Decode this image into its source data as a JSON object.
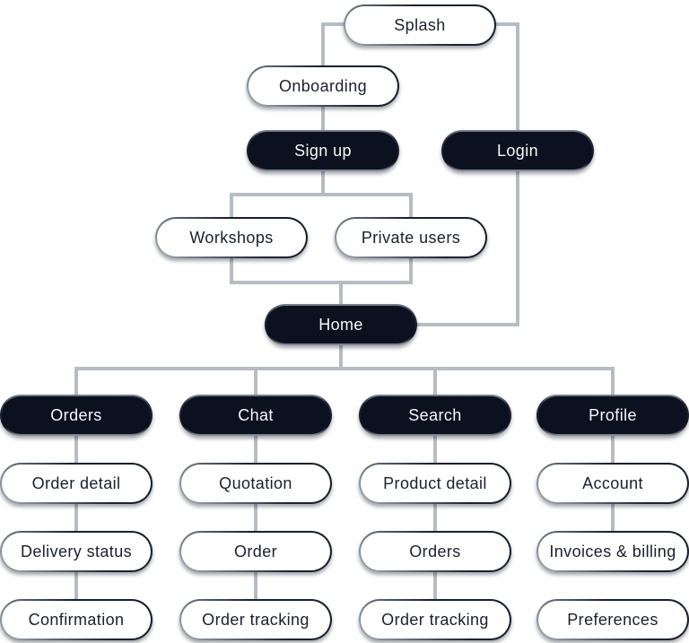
{
  "diagram": {
    "type": "app-sitemap-flowchart",
    "colors": {
      "connector": "#b7bcc4",
      "dark_fill": "#0c111f",
      "light_fill": "#ffffff",
      "text_on_dark": "#f7f8fa",
      "text_on_light": "#1b1f2e"
    },
    "nodes": [
      {
        "id": "splash",
        "label": "Splash",
        "variant": "light"
      },
      {
        "id": "onboarding",
        "label": "Onboarding",
        "variant": "light"
      },
      {
        "id": "sign-up",
        "label": "Sign up",
        "variant": "dark"
      },
      {
        "id": "login",
        "label": "Login",
        "variant": "dark"
      },
      {
        "id": "workshops",
        "label": "Workshops",
        "variant": "light"
      },
      {
        "id": "private-users",
        "label": "Private users",
        "variant": "light"
      },
      {
        "id": "home",
        "label": "Home",
        "variant": "dark"
      },
      {
        "id": "orders",
        "label": "Orders",
        "variant": "dark"
      },
      {
        "id": "chat",
        "label": "Chat",
        "variant": "dark"
      },
      {
        "id": "search",
        "label": "Search",
        "variant": "dark"
      },
      {
        "id": "profile",
        "label": "Profile",
        "variant": "dark"
      },
      {
        "id": "order-detail",
        "label": "Order detail",
        "variant": "light"
      },
      {
        "id": "quotation",
        "label": "Quotation",
        "variant": "light"
      },
      {
        "id": "product-detail",
        "label": "Product detail",
        "variant": "light"
      },
      {
        "id": "account",
        "label": "Account",
        "variant": "light"
      },
      {
        "id": "delivery-status",
        "label": "Delivery status",
        "variant": "light"
      },
      {
        "id": "order",
        "label": "Order",
        "variant": "light"
      },
      {
        "id": "orders-search",
        "label": "Orders",
        "variant": "light"
      },
      {
        "id": "invoices-billing",
        "label": "Invoices & billing",
        "variant": "light"
      },
      {
        "id": "confirmation",
        "label": "Confirmation",
        "variant": "light"
      },
      {
        "id": "order-tracking-chat",
        "label": "Order tracking",
        "variant": "light"
      },
      {
        "id": "order-tracking-search",
        "label": "Order tracking",
        "variant": "light"
      },
      {
        "id": "preferences",
        "label": "Preferences",
        "variant": "light"
      }
    ],
    "edges": [
      {
        "from": "splash",
        "to": "onboarding"
      },
      {
        "from": "splash",
        "to": "login"
      },
      {
        "from": "onboarding",
        "to": "sign-up"
      },
      {
        "from": "sign-up",
        "to": "workshops"
      },
      {
        "from": "sign-up",
        "to": "private-users"
      },
      {
        "from": "workshops",
        "to": "home"
      },
      {
        "from": "private-users",
        "to": "home"
      },
      {
        "from": "login",
        "to": "home"
      },
      {
        "from": "home",
        "to": "orders"
      },
      {
        "from": "home",
        "to": "chat"
      },
      {
        "from": "home",
        "to": "search"
      },
      {
        "from": "home",
        "to": "profile"
      },
      {
        "from": "orders",
        "to": "order-detail"
      },
      {
        "from": "order-detail",
        "to": "delivery-status"
      },
      {
        "from": "delivery-status",
        "to": "confirmation"
      },
      {
        "from": "chat",
        "to": "quotation"
      },
      {
        "from": "quotation",
        "to": "order"
      },
      {
        "from": "order",
        "to": "order-tracking-chat"
      },
      {
        "from": "search",
        "to": "product-detail"
      },
      {
        "from": "product-detail",
        "to": "orders-search"
      },
      {
        "from": "orders-search",
        "to": "order-tracking-search"
      },
      {
        "from": "profile",
        "to": "account"
      },
      {
        "from": "account",
        "to": "invoices-billing"
      }
    ]
  }
}
